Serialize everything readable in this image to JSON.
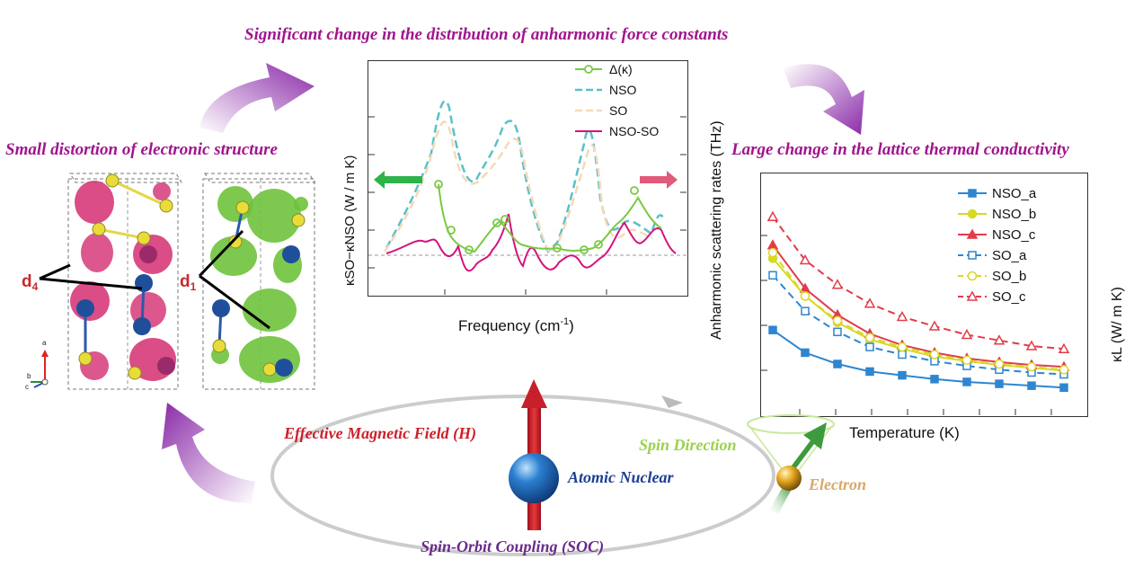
{
  "titles": {
    "top": "Significant change in the distribution of anharmonic force constants",
    "left": "Small distortion of electronic structure",
    "right": "Large change in the lattice thermal conductivity"
  },
  "structure": {
    "label_d4_main": "d",
    "label_d4_sub": "4",
    "label_d1_main": "d",
    "label_d1_sub": "1",
    "axis_a": "a",
    "axis_b": "b",
    "axis_c": "c"
  },
  "center_chart": {
    "xlabel": "Frequency (cm",
    "xlabel_sup": "-1",
    "xlabel_end": ")",
    "ylabel_left": "κSO−κNSO (W / m K)",
    "ylabel_right": "Anharmonic scattering rates (THz)",
    "legend": [
      "Δ(κ)",
      "NSO",
      "SO",
      "NSO-SO"
    ],
    "colors": {
      "delta": "#7ac943",
      "nso": "#5bc0c8",
      "so": "#f5d9b8",
      "nsoso": "#d4147d",
      "arrow_left": "#2db34a",
      "arrow_right": "#e05a7a"
    }
  },
  "chart_data": {
    "type": "line",
    "xlabel": "Temperature (K)",
    "ylabel": "κL (W/ m K)",
    "x": [
      1,
      2,
      3,
      4,
      5,
      6,
      7,
      8,
      9,
      10
    ],
    "series": [
      {
        "name": "NSO_a",
        "values": [
          58,
          46,
          40,
          36,
          34,
          32,
          30.5,
          29.5,
          28.5,
          27.5
        ]
      },
      {
        "name": "NSO_b",
        "values": [
          96,
          76,
          62,
          53,
          48,
          44,
          41.5,
          39.5,
          38,
          36.5
        ]
      },
      {
        "name": "NSO_c",
        "values": [
          103,
          80,
          66,
          56,
          50,
          46,
          43,
          41,
          39.5,
          38.5
        ]
      },
      {
        "name": "SO_a",
        "values": [
          87,
          68,
          57,
          49,
          45,
          41.5,
          39,
          37,
          35.5,
          34.5
        ]
      },
      {
        "name": "SO_b",
        "values": [
          99,
          76,
          63,
          54,
          49,
          45,
          42,
          40,
          38.5,
          37
        ]
      },
      {
        "name": "SO_c",
        "values": [
          118,
          95,
          82,
          72,
          65,
          60,
          55.5,
          52.5,
          49.5,
          48
        ]
      }
    ]
  },
  "bottom": {
    "field": "Effective Magnetic Field (",
    "field_h": "H",
    "field_end": ")",
    "nuclear": "Atomic Nuclear",
    "spin_dir": "Spin Direction",
    "electron": "Electron",
    "soc": "Spin-Orbit Coupling (",
    "soc_abbr": "SOC",
    "soc_end": ")"
  }
}
